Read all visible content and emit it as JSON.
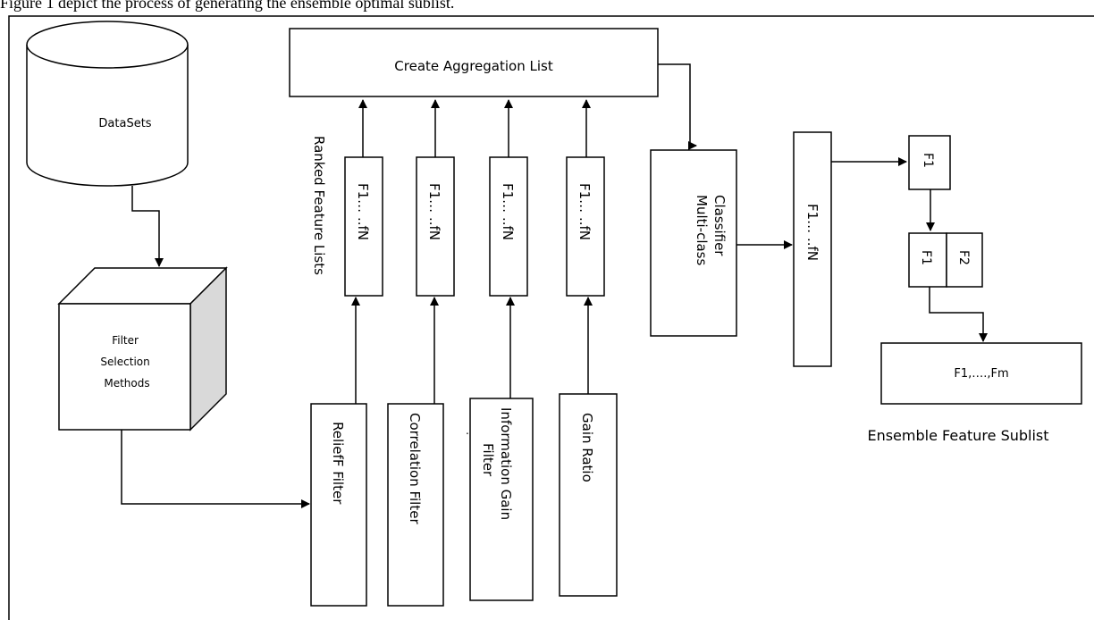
{
  "caption": "Figure 1 depict the process of generating the ensemble optimal sublist.",
  "diagram": {
    "datasets": "DataSets",
    "filter_methods": [
      "Filter",
      "Selection",
      "Methods"
    ],
    "aggregation": "Create Aggregation  List",
    "ranked_label": "Ranked Feature Lists",
    "ranked_lists": [
      "F1… ..fN",
      "F1… ..fN",
      "F1… ..fN",
      "F1… ..fN"
    ],
    "filters": {
      "relief": "ReliefF Filter",
      "correlation": "Correlation Filter",
      "info_gain": [
        "Information Gain",
        "Filter"
      ],
      "gain_ratio": "Gain Ratio"
    },
    "classifier": [
      "Multi-class",
      "Classifier"
    ],
    "classifier_output": "F1… ..fN",
    "f1_single": "F1",
    "f1_pair": "F1",
    "f2_pair": "F2",
    "final_sublist": "F1,….,Fm",
    "ensemble_label": "Ensemble Feature Sublist"
  }
}
